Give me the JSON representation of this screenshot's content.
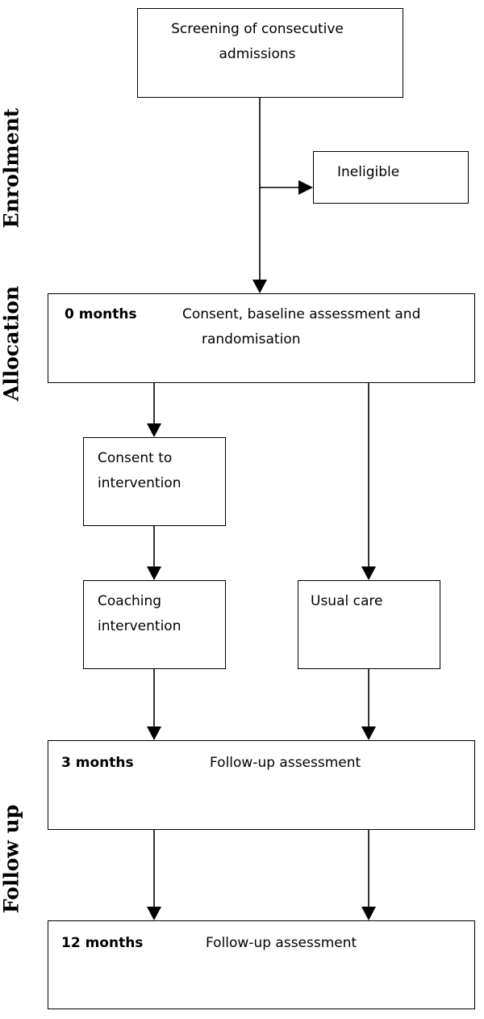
{
  "phases": {
    "enrolment": "Enrolment",
    "allocation": "Allocation",
    "follow_up": "Follow up"
  },
  "boxes": {
    "screening": "Screening of consecutive admissions",
    "ineligible": "Ineligible",
    "baseline": {
      "time": "0 months",
      "line1": "Consent, baseline assessment and",
      "line2": "randomisation"
    },
    "consent_intervention": "Consent to intervention",
    "coaching": "Coaching intervention",
    "usual_care": "Usual care",
    "followup_3": {
      "time": "3 months",
      "text": "Follow-up assessment"
    },
    "followup_12": {
      "time": "12 months",
      "text": "Follow-up assessment"
    }
  }
}
